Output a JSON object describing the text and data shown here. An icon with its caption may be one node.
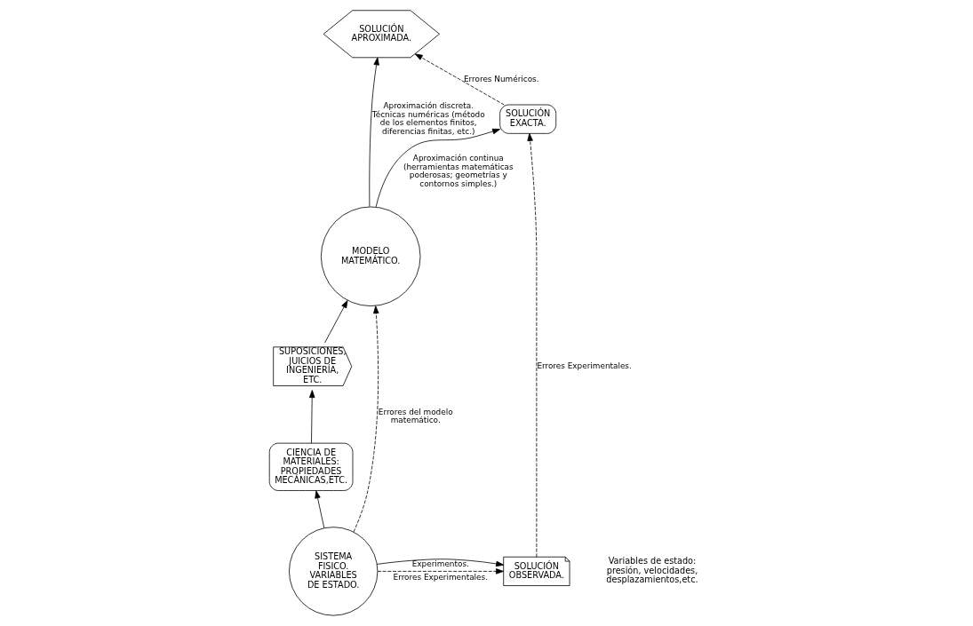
{
  "diagram": {
    "nodes": [
      {
        "text": [
          "MODELO MATEMÁTICO."
        ]
      },
      {
        "text": [
          "SOLUCIÓN APROXIMADA."
        ]
      },
      {
        "text": [
          "SOLUCIÓN EXACTA."
        ]
      },
      {
        "text": [
          "SUPOSICIONES, JUICIOS DE INGENIERÍA, ETC."
        ]
      },
      {
        "text": [
          "CIENCIA DE MATERIALES: PROPIEDADES MECÁNICAS,ETC."
        ]
      },
      {
        "text": [
          "SISTEMA FISICO. VARIABLES DE ESTADO."
        ]
      },
      {
        "text": [
          "SOLUCIÓN OBSERVADA."
        ]
      }
    ],
    "edges": [
      {
        "from": 0,
        "to": 1,
        "arrow": "to",
        "label": "Aproximación discreta. Técnicas numéricas (método de los elementos finitos, diferencias finitas, etc.)"
      },
      {
        "from": 0,
        "to": 2,
        "arrow": "to",
        "label": "Aproximación continua (herramientas matemáticas poderosas; geometrías y contornos simples.)"
      },
      {
        "from": 2,
        "to": 1,
        "arrow": "to",
        "style": "dashed",
        "label": "Errores Numéricos."
      },
      {
        "from": 3,
        "to": 0,
        "arrow": "to"
      },
      {
        "from": 4,
        "to": 3,
        "arrow": "to"
      },
      {
        "from": 5,
        "to": 4,
        "arrow": "to"
      },
      {
        "from": 5,
        "to": 0,
        "arrow": "to",
        "style": "dashed",
        "label": "Errores del modelo matemático."
      },
      {
        "from": 5,
        "to": 6,
        "arrow": "to",
        "label": "Experimentos."
      },
      {
        "from": 5,
        "to": 6,
        "arrow": "to",
        "style": "dashed",
        "label": "Errores Experimentales."
      },
      {
        "from": 6,
        "to": 2,
        "arrow": "to",
        "style": "dashed",
        "label": "Errores Experimentales."
      }
    ],
    "labels": [
      "Variables de estado: presión, velocidades, desplazamientos,etc."
    ]
  }
}
